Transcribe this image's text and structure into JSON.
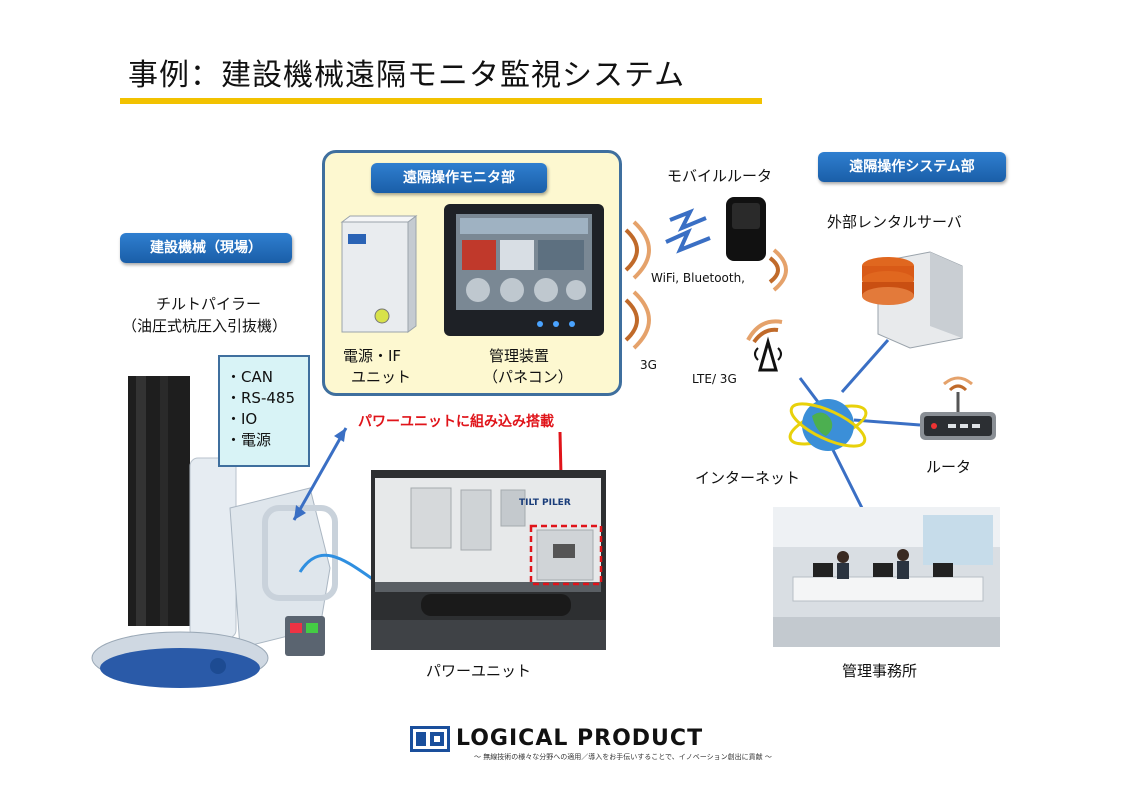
{
  "title": "事例：建設機械遠隔モニタ監視システム",
  "sections": {
    "machine": "建設機械（現場）",
    "monitor": "遠隔操作モニタ部",
    "system": "遠隔操作システム部"
  },
  "machine": {
    "name_line1": "チルトパイラー",
    "name_line2": "（油圧式杭圧入引抜機）"
  },
  "interfaces": [
    "・CAN",
    "・RS-485",
    "・IO",
    "・電源"
  ],
  "monitor_parts": {
    "power_if_line1": "電源・IF",
    "power_if_line2": "ユニット",
    "mgmt_line1": "管理装置",
    "mgmt_line2": "（パネコン）"
  },
  "embed_note": "パワーユニットに組み込み搭載",
  "power_unit": {
    "label": "パワーユニット",
    "brand": "TILT PILER"
  },
  "network": {
    "mobile_router": "モバイルルータ",
    "wifi": "WiFi, Bluetooth,",
    "three_g": "3G",
    "lte": "LTE/ 3G",
    "rental_server": "外部レンタルサーバ",
    "router": "ルータ",
    "internet": "インターネット",
    "office": "管理事務所"
  },
  "footer": {
    "logo_text": "LOGICAL PRODUCT",
    "tagline": "〜 無線技術の様々な分野への適用／導入をお手伝いすることで、イノベーション創出に貢献 〜"
  },
  "colors": {
    "accent_underline": "#f2c200",
    "pill_blue": "#1a5ea8",
    "box_border": "#3f6f9e",
    "box_fill": "#fdf8d0",
    "spec_fill": "#d8f3f6",
    "highlight_red": "#e0141a",
    "link_blue": "#3a6fc4"
  }
}
